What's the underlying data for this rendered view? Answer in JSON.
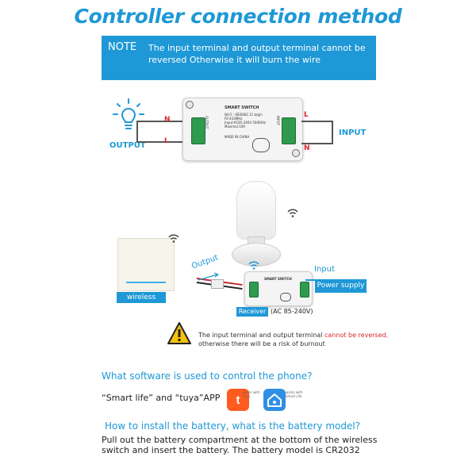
{
  "title": "Controller connection method",
  "note": {
    "tag": "NOTE",
    "text": "The input terminal and output terminal cannot be reversed Otherwise it will burn the wire"
  },
  "diagram1": {
    "output_label": "OUTPUT",
    "input_label": "INPUT",
    "left_n": "N",
    "left_l": "L",
    "right_l": "L",
    "right_n": "N",
    "module": {
      "title": "SMART SWITCH",
      "lines": [
        "Wi-Fi : IEEE802.11 b/g/n",
        "RF:433MHz",
        "Input:AC85-240V 50/60Hz",
        "Maximal:10A",
        "MADE IN CHINA"
      ],
      "side_left": "OUTPUT",
      "side_right": "INPUT"
    }
  },
  "diagram2": {
    "output_label": "Output",
    "input_label": "Input",
    "wireless_switch_label": "wireless switch",
    "power_supply_label": "Power supply",
    "receiver_label": "Receiver",
    "receiver_range": "(AC 85-240V)",
    "module_title": "SMART SWITCH"
  },
  "warning": {
    "text_before": "The input terminal and output terminal ",
    "text_red": "cannot be reversed,",
    "text_after": "otherwise there will be a risk of burnout"
  },
  "software": {
    "question": "What software is used to control the phone?",
    "apps_label": "“Smart life” and “tuya”APP",
    "tuya_caption": "works with Tuya",
    "smartlife_caption": "works with Smart Life"
  },
  "battery": {
    "question": "How to install the battery, what is the battery model?",
    "answer": "Pull out the battery compartment at the bottom of the wireless switch and insert the battery. The battery model is CR2032"
  },
  "colors": {
    "accent_blue": "#1e98d6",
    "warning_red": "#d8262b",
    "terminal_green": "#2e9a4e",
    "tuya_orange": "#ff5a1f"
  },
  "icons": [
    "bulb-icon",
    "wifi-icon",
    "warning-icon",
    "tuya-app-icon",
    "smartlife-app-icon",
    "terminal-icon"
  ]
}
